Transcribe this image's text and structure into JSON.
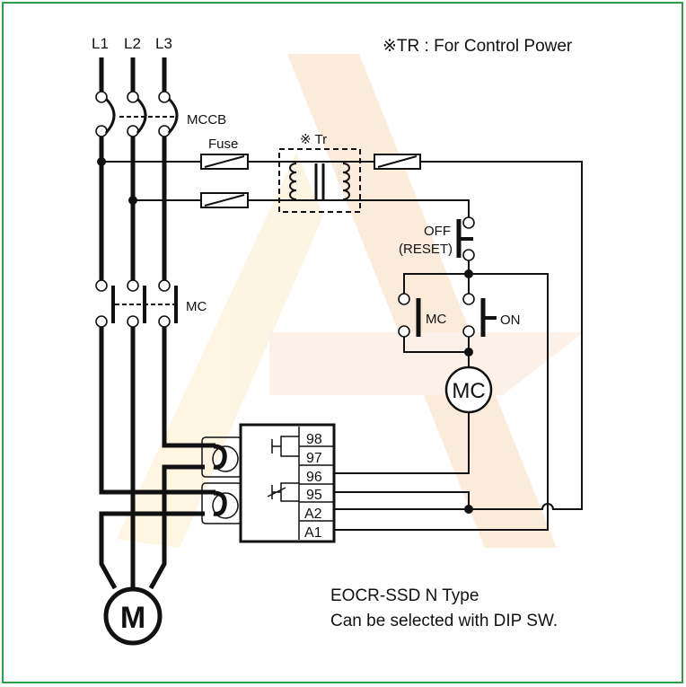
{
  "note": "※TR : For Control Power",
  "phases": [
    "L1",
    "L2",
    "L3"
  ],
  "labels": {
    "mccb": "MCCB",
    "fuse": "Fuse",
    "transformer": "※ Tr",
    "mc_contact": "MC",
    "off": "OFF",
    "reset": "(RESET)",
    "aux_mc": "MC",
    "on": "ON",
    "coil": "MC",
    "motor": "M"
  },
  "terminals": [
    "98",
    "97",
    "96",
    "95",
    "A2",
    "A1"
  ],
  "caption": {
    "line1": "EOCR-SSD N Type",
    "line2": "Can be selected with DIP SW."
  },
  "colors": {
    "border": "#2e9e4a",
    "watermark": "#f6c89a"
  }
}
